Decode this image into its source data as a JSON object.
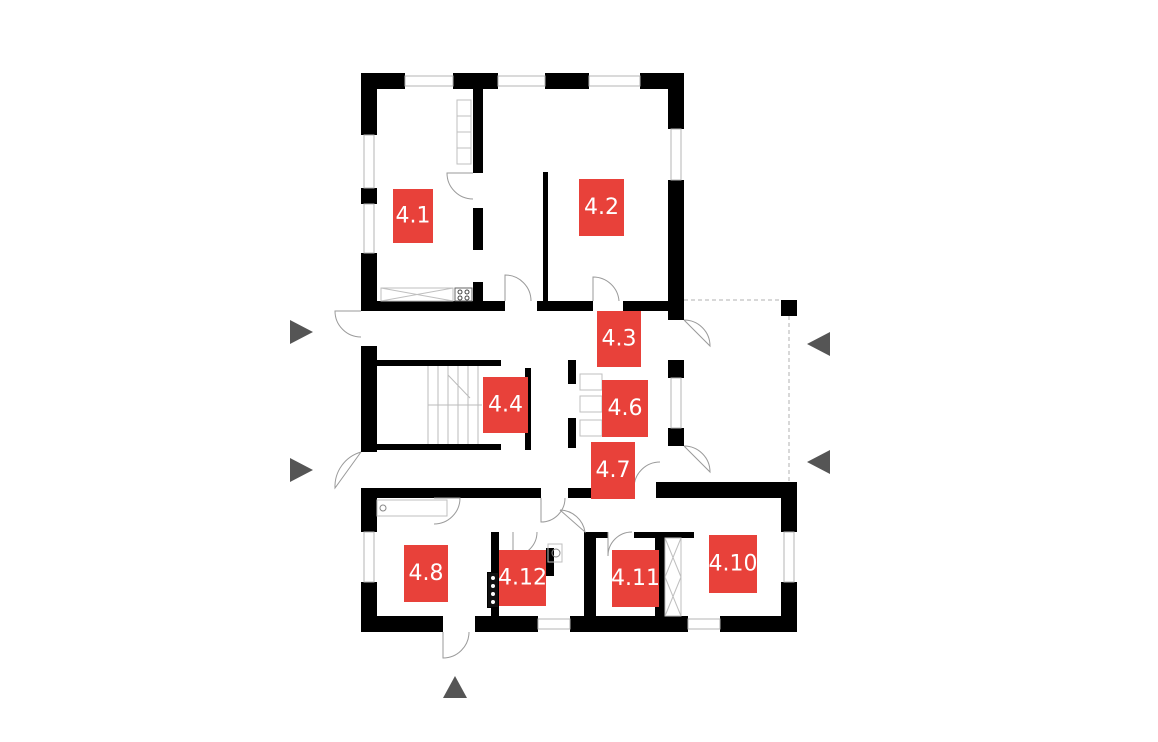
{
  "rooms": [
    {
      "id": "4.1",
      "label": "4.1"
    },
    {
      "id": "4.2",
      "label": "4.2"
    },
    {
      "id": "4.3",
      "label": "4.3"
    },
    {
      "id": "4.4",
      "label": "4.4"
    },
    {
      "id": "4.6",
      "label": "4.6"
    },
    {
      "id": "4.7",
      "label": "4.7"
    },
    {
      "id": "4.8",
      "label": "4.8"
    },
    {
      "id": "4.10",
      "label": "4.10"
    },
    {
      "id": "4.11",
      "label": "4.11"
    },
    {
      "id": "4.12",
      "label": "4.12"
    }
  ],
  "colors": {
    "label_background": "#e8413a",
    "label_text": "#ffffff",
    "wall": "#000000",
    "entrance_arrow": "#555555"
  }
}
